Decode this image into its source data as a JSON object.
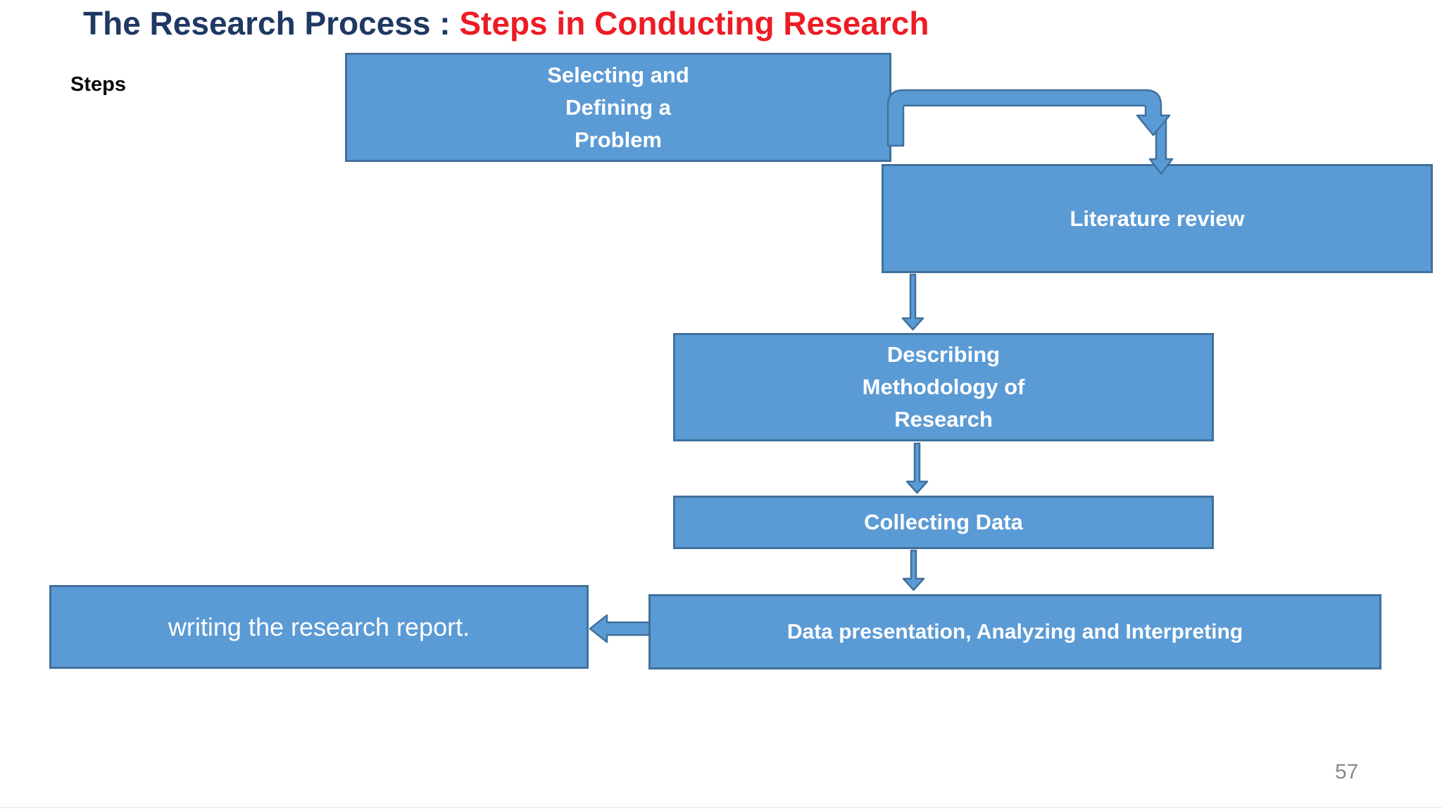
{
  "title": {
    "prefix": "The Research Process : ",
    "highlight": "Steps in Conducting Research"
  },
  "steps_label": "Steps",
  "page_number": "57",
  "boxes": [
    {
      "name": "selecting-defining-problem",
      "label": "Selecting and\nDefining a\nProblem"
    },
    {
      "name": "literature-review",
      "label": "Literature review"
    },
    {
      "name": "describing-methodology",
      "label": "Describing\nMethodology of\nResearch"
    },
    {
      "name": "collecting-data",
      "label": "Collecting Data"
    },
    {
      "name": "data-presentation",
      "label": "Data presentation, Analyzing and Interpreting"
    },
    {
      "name": "writing-report",
      "label": "writing the research report."
    }
  ],
  "connectors": [
    {
      "name": "bent-arrow-selecting-to-literature",
      "from": "selecting-defining-problem",
      "to": "literature-review",
      "shape": "bent-elbow-down"
    },
    {
      "name": "arrow-literature-to-methodology",
      "from": "literature-review",
      "to": "describing-methodology",
      "shape": "straight-down"
    },
    {
      "name": "arrow-methodology-to-collecting",
      "from": "describing-methodology",
      "to": "collecting-data",
      "shape": "straight-down"
    },
    {
      "name": "arrow-collecting-to-presentation",
      "from": "collecting-data",
      "to": "data-presentation",
      "shape": "straight-down"
    },
    {
      "name": "arrow-presentation-to-writing",
      "from": "data-presentation",
      "to": "writing-report",
      "shape": "block-left"
    }
  ],
  "colors": {
    "box-fill": "#5b9bd5",
    "box-border": "#41719c",
    "title-navy": "#1f3864",
    "title-red": "#ed1c24",
    "page-number-gray": "#8a8a8e",
    "text-white": "#ffffff"
  }
}
